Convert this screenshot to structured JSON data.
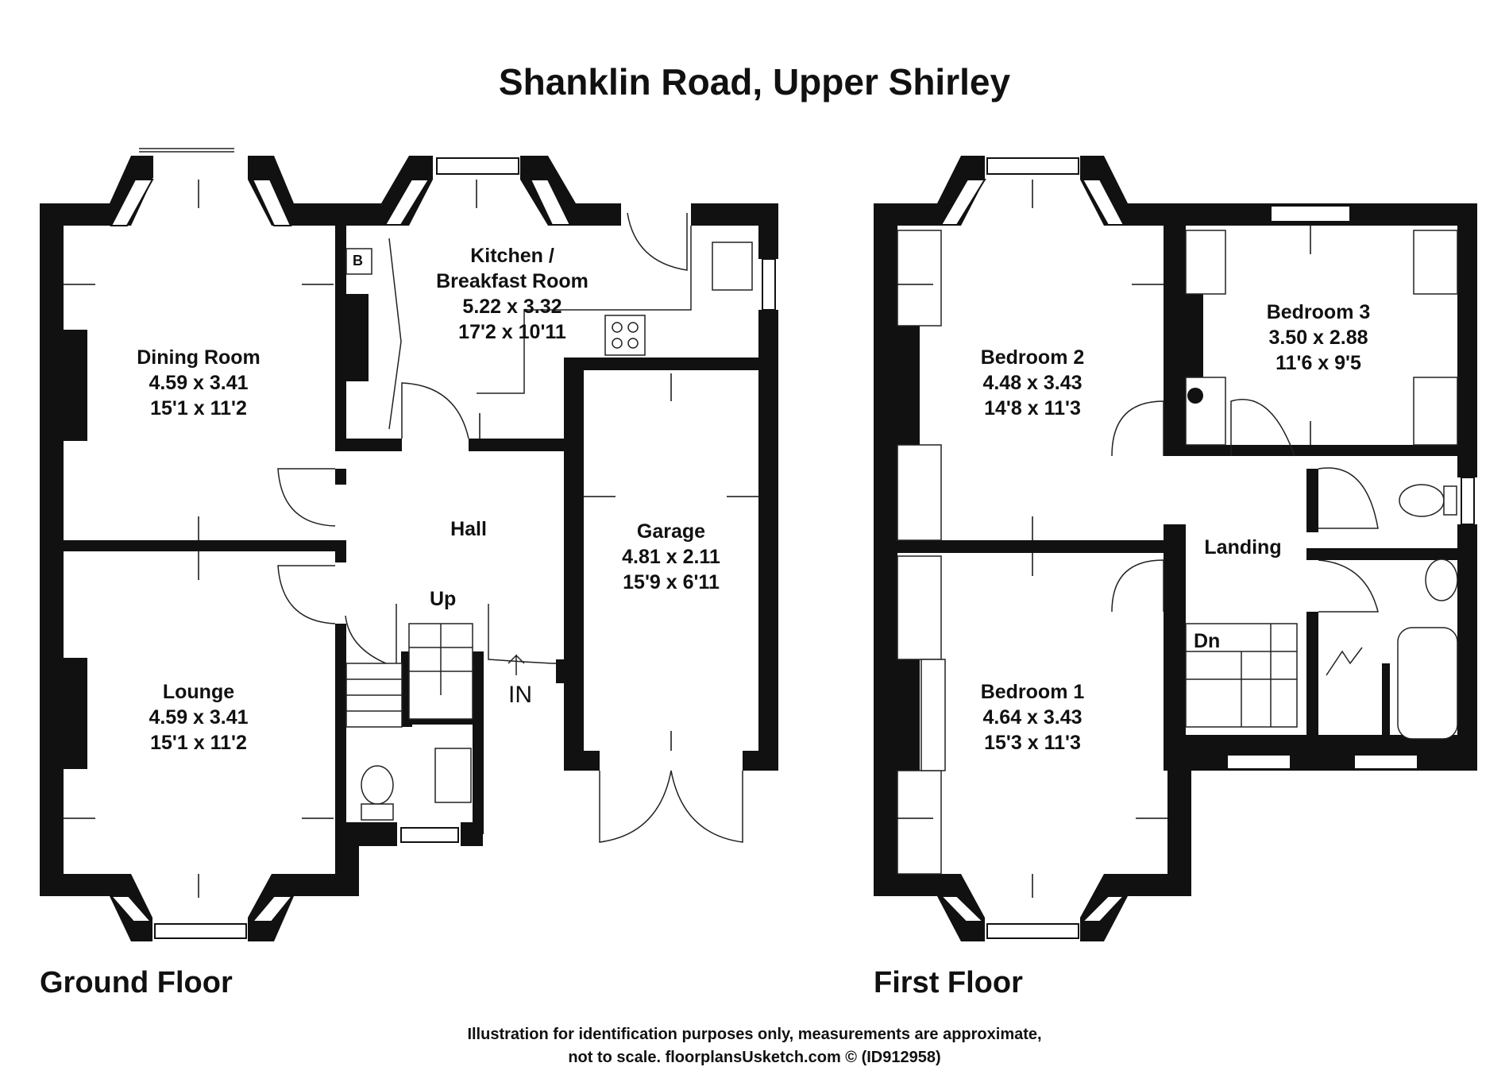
{
  "title": "Shanklin Road, Upper Shirley",
  "floors": {
    "ground": "Ground Floor",
    "first": "First Floor"
  },
  "rooms": {
    "dining": {
      "name": "Dining Room",
      "metric": "4.59 x 3.41",
      "imperial": "15'1 x 11'2"
    },
    "kitchen": {
      "name": "Kitchen /",
      "name2": "Breakfast Room",
      "metric": "5.22 x 3.32",
      "imperial": "17'2 x 10'11"
    },
    "garage": {
      "name": "Garage",
      "metric": "4.81 x 2.11",
      "imperial": "15'9 x 6'11"
    },
    "lounge": {
      "name": "Lounge",
      "metric": "4.59 x 3.41",
      "imperial": "15'1 x 11'2"
    },
    "hall": {
      "name": "Hall"
    },
    "bedroom2": {
      "name": "Bedroom 2",
      "metric": "4.48 x 3.43",
      "imperial": "14'8 x 11'3"
    },
    "bedroom3": {
      "name": "Bedroom 3",
      "metric": "3.50 x 2.88",
      "imperial": "11'6 x 9'5"
    },
    "bedroom1": {
      "name": "Bedroom 1",
      "metric": "4.64 x 3.43",
      "imperial": "15'3 x 11'3"
    },
    "landing": {
      "name": "Landing"
    }
  },
  "labels": {
    "up": "Up",
    "dn": "Dn",
    "in": "IN",
    "boiler": "B"
  },
  "disclaimer": {
    "line1": "Illustration for identification purposes only, measurements are approximate,",
    "line2": "not to scale. floorplansUsketch.com © (ID912958)"
  }
}
